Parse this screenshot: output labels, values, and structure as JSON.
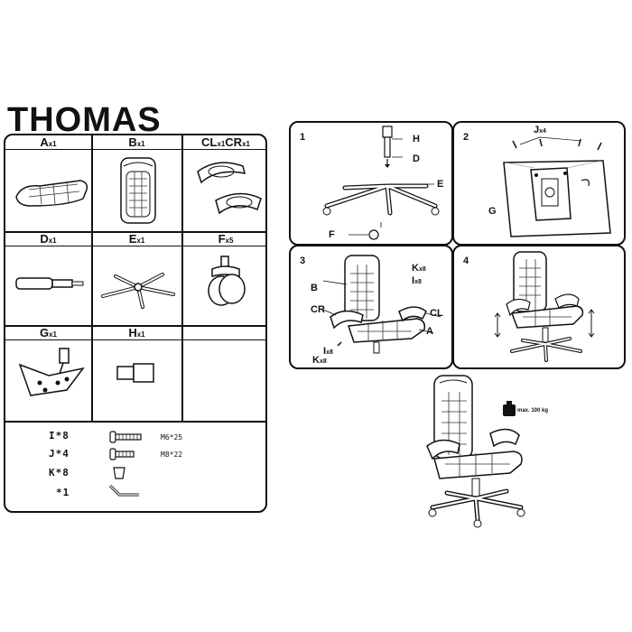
{
  "title": "THOMAS",
  "parts": {
    "A": {
      "letter": "A",
      "qty": "x1"
    },
    "B": {
      "letter": "B",
      "qty": "x1"
    },
    "CL": {
      "letter": "CL",
      "qty": "x1"
    },
    "CR": {
      "letter": "CR",
      "qty": "x1"
    },
    "D": {
      "letter": "D",
      "qty": "x1"
    },
    "E": {
      "letter": "E",
      "qty": "x1"
    },
    "F": {
      "letter": "F",
      "qty": "x5"
    },
    "G": {
      "letter": "G",
      "qty": "x1"
    },
    "H": {
      "letter": "H",
      "qty": "x1"
    }
  },
  "hardware": [
    {
      "code": "I*8",
      "spec": "M6*25"
    },
    {
      "code": "J*4",
      "spec": "M8*22"
    },
    {
      "code": "K*8",
      "spec": ""
    },
    {
      "code": "*1",
      "spec": ""
    }
  ],
  "steps": {
    "s1": {
      "number": "1",
      "labels": [
        "H",
        "D",
        "E",
        "F"
      ]
    },
    "s2": {
      "number": "2",
      "labels": [
        "J",
        "x4",
        "G"
      ]
    },
    "s3": {
      "number": "3",
      "labels": [
        "K",
        "x8",
        "I",
        "x8",
        "B",
        "CR",
        "CL",
        "A",
        "I",
        "x8",
        "K",
        "x8"
      ]
    },
    "s4": {
      "number": "4"
    }
  },
  "max_load": "max. 100 kg"
}
